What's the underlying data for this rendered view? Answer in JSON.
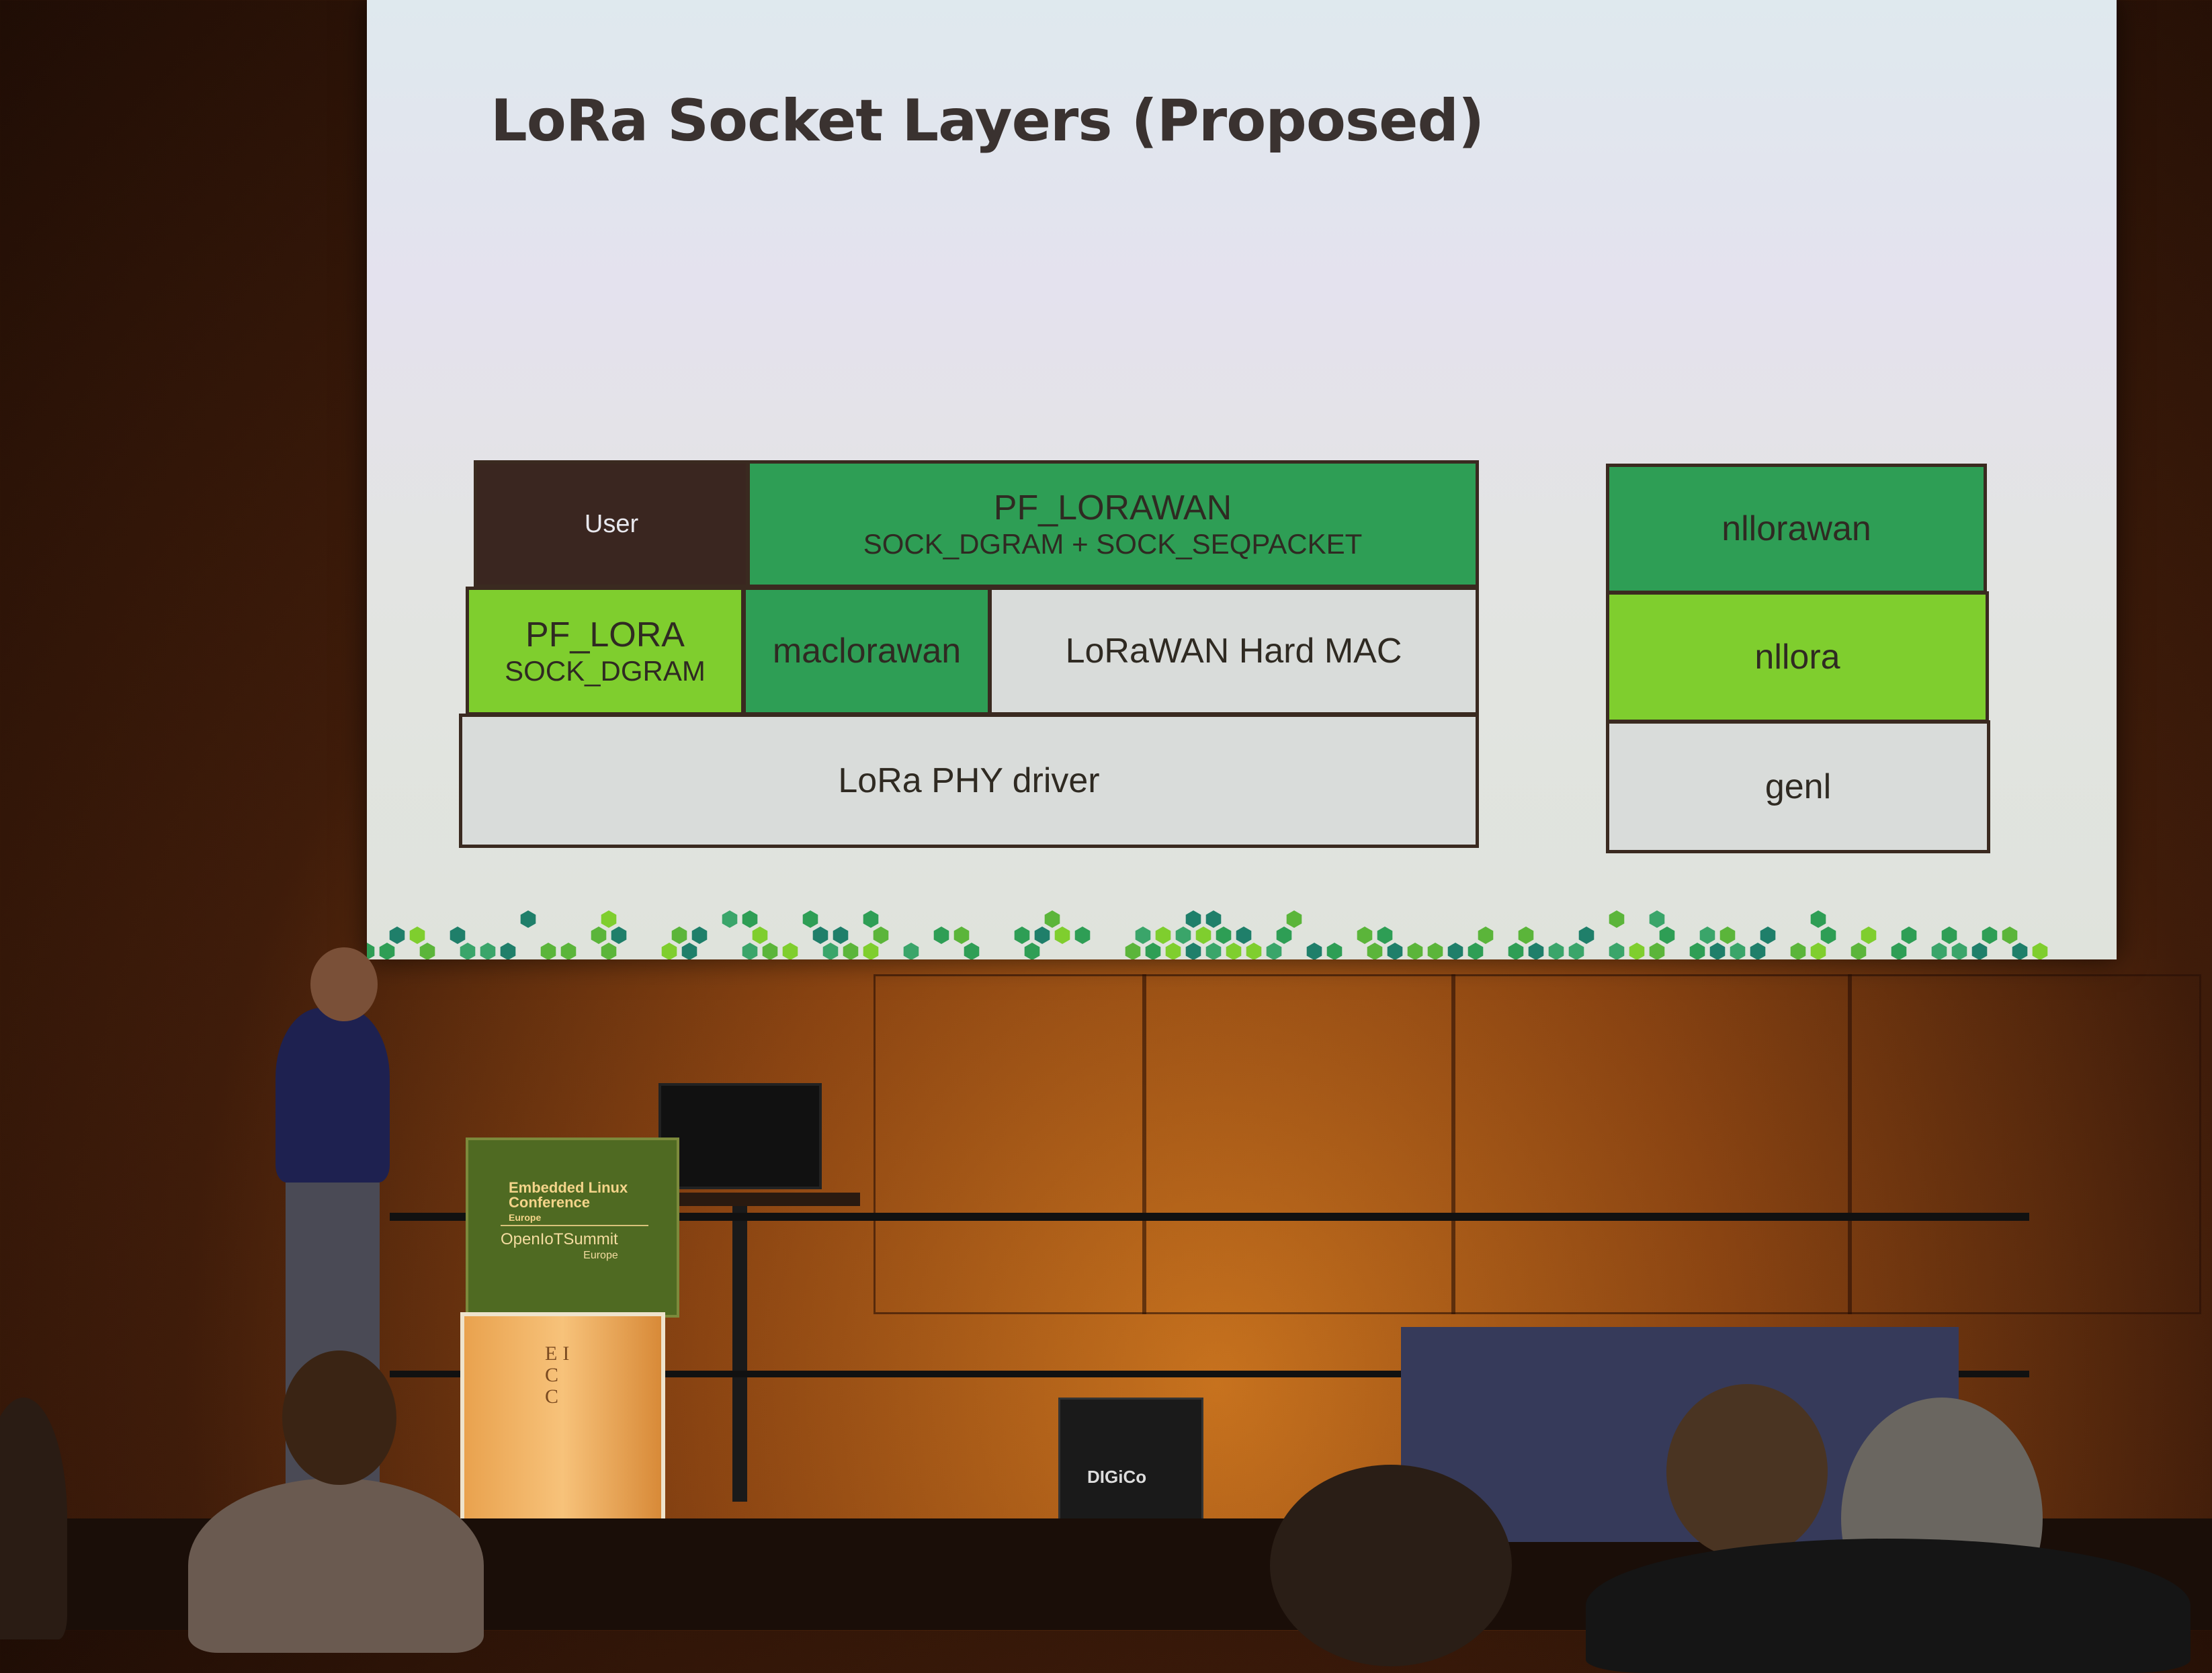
{
  "slide": {
    "title": "LoRa Socket Layers (Proposed)",
    "stack": {
      "user": "User",
      "pf_lorawan": "PF_LORAWAN",
      "pf_lorawan_types": "SOCK_DGRAM + SOCK_SEQPACKET",
      "pf_lora": "PF_LORA",
      "pf_lora_types": "SOCK_DGRAM",
      "maclorawan": "maclorawan",
      "hard_mac": "LoRaWAN Hard MAC",
      "phy": "LoRa PHY driver"
    },
    "netlink": [
      "nllorawan",
      "nllora",
      "genl"
    ],
    "colors": {
      "dark_green": "#2e9e55",
      "light_green": "#7fce2e",
      "brown": "#3a2620",
      "gray": "#d9dcda"
    }
  },
  "podium": {
    "conf_line1": "Embedded Linux",
    "conf_line2": "Conference",
    "conf_region": "Europe",
    "summit": "OpenIoTSummit",
    "summit_region": "Europe",
    "front_logo": "EICC"
  },
  "equipment": {
    "brand": "DIGiCo"
  }
}
